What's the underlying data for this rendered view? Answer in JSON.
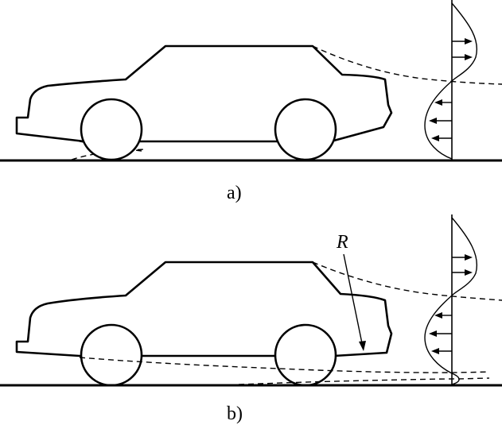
{
  "panels": {
    "a": {
      "label": "a)"
    },
    "b": {
      "label": "b)",
      "radius_label": "R"
    }
  },
  "colors": {
    "ink": "#000000",
    "background": "#ffffff"
  }
}
